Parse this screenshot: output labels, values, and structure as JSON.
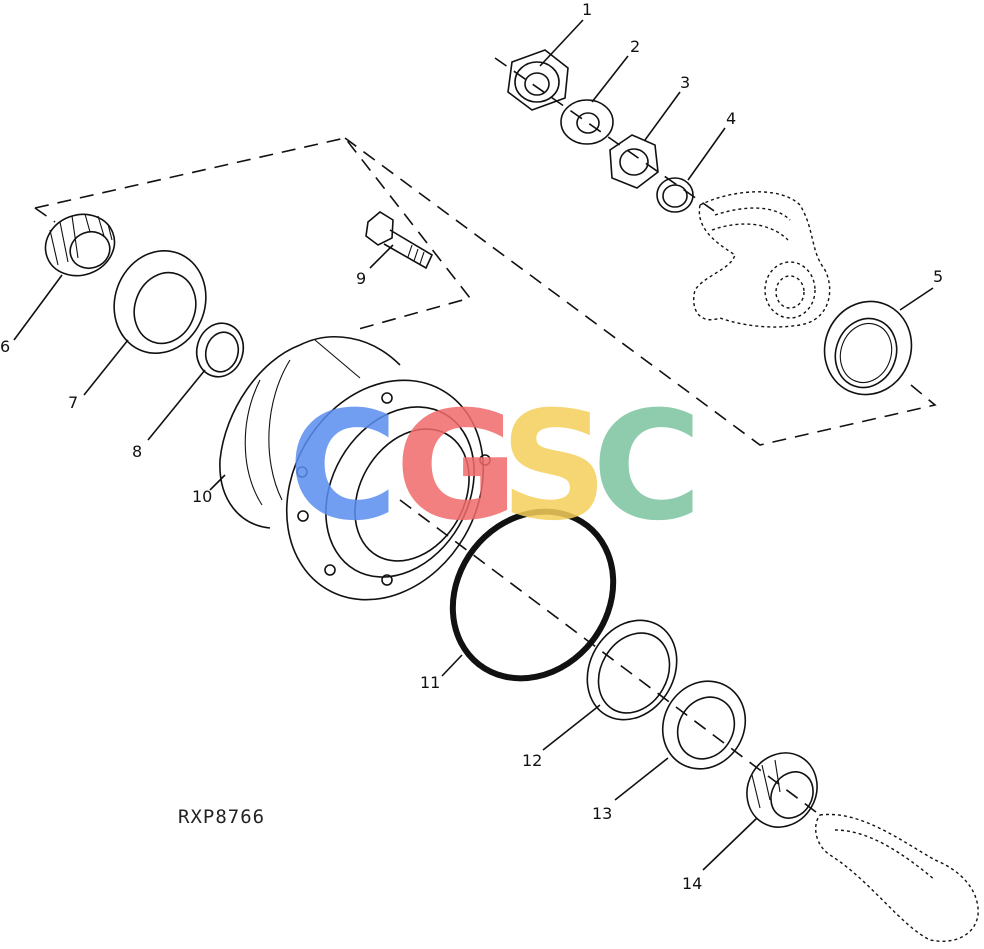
{
  "figure_code": "RXP8766",
  "callouts": [
    "1",
    "2",
    "3",
    "4",
    "5",
    "6",
    "7",
    "8",
    "9",
    "10",
    "11",
    "12",
    "13",
    "14"
  ],
  "watermark": {
    "letters": [
      "C",
      "G",
      "S",
      "C"
    ],
    "colors": [
      "#5a8ef0",
      "#f26b6b",
      "#f5cf5a",
      "#7cc4a0"
    ]
  }
}
